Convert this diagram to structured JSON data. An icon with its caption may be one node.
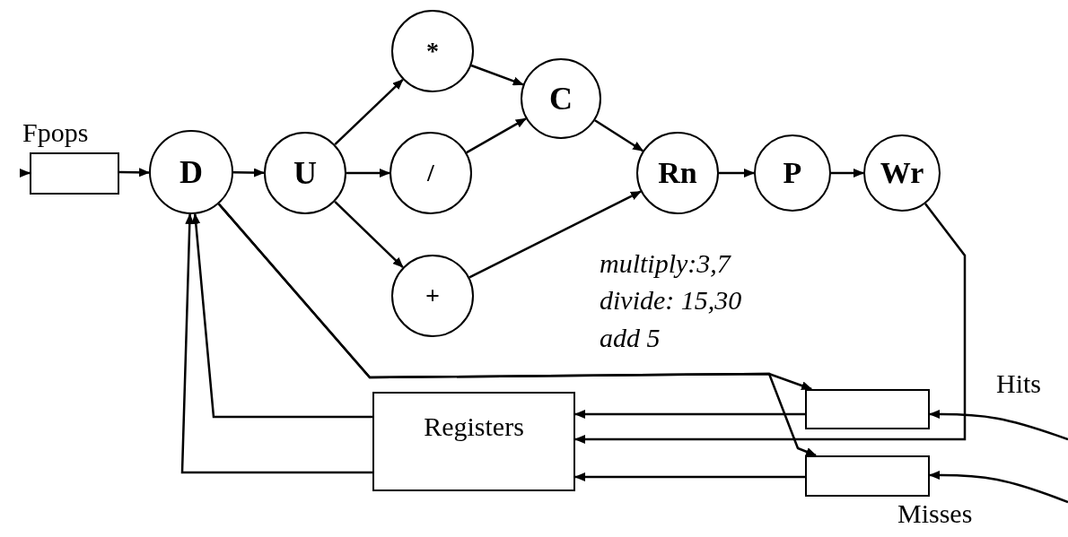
{
  "diagram": {
    "nodes": [
      {
        "text": [
          "Fpops"
        ]
      },
      {
        "text": [
          "D"
        ]
      },
      {
        "text": [
          "U"
        ]
      },
      {
        "text": [
          "*"
        ]
      },
      {
        "text": [
          "/"
        ]
      },
      {
        "text": [
          "+"
        ]
      },
      {
        "text": [
          "C"
        ]
      },
      {
        "text": [
          "Rn"
        ]
      },
      {
        "text": [
          "P"
        ]
      },
      {
        "text": [
          "Wr"
        ]
      },
      {
        "text": [
          "Registers"
        ]
      },
      {
        "text": [],
        "shape": "box"
      },
      {
        "text": [],
        "shape": "box"
      }
    ],
    "edges": [
      {
        "from": null,
        "to": 0,
        "arrow": "to"
      },
      {
        "from": 0,
        "to": 1,
        "arrow": "to"
      },
      {
        "from": 1,
        "to": 2,
        "arrow": "to"
      },
      {
        "from": 2,
        "to": 3,
        "arrow": "to"
      },
      {
        "from": 2,
        "to": 4,
        "arrow": "to"
      },
      {
        "from": 2,
        "to": 5,
        "arrow": "to"
      },
      {
        "from": 3,
        "to": 6,
        "arrow": "to"
      },
      {
        "from": 4,
        "to": 6,
        "arrow": "to"
      },
      {
        "from": 6,
        "to": 7,
        "arrow": "to"
      },
      {
        "from": 5,
        "to": 7,
        "arrow": "to"
      },
      {
        "from": 7,
        "to": 8,
        "arrow": "to"
      },
      {
        "from": 8,
        "to": 9,
        "arrow": "to"
      },
      {
        "from": 9,
        "to": 10,
        "arrow": "to"
      },
      {
        "from": 10,
        "to": 1,
        "arrow": "to"
      },
      {
        "from": 10,
        "to": 1,
        "arrow": "to"
      },
      {
        "from": 1,
        "to": 11,
        "arrow": "to"
      },
      {
        "from": 1,
        "to": 12,
        "arrow": "to"
      },
      {
        "from": 11,
        "to": 10,
        "arrow": "to"
      },
      {
        "from": 12,
        "to": 10,
        "arrow": "to"
      },
      {
        "from": null,
        "to": 11,
        "arrow": "to",
        "label": "Hits"
      },
      {
        "from": null,
        "to": 12,
        "arrow": "to",
        "label": "Misses"
      }
    ],
    "labels": [
      "multiply:3,7",
      "divide: 15,30",
      "add 5"
    ]
  }
}
